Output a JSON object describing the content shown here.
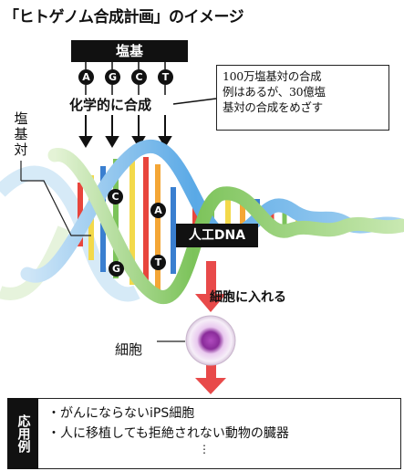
{
  "title": "「ヒトゲノム合成計画」のイメージ",
  "base_header": "塩基",
  "bases": [
    "A",
    "G",
    "C",
    "T"
  ],
  "synthesis_label": "化学的に合成",
  "callout_lines": [
    "100万塩基対の合成",
    "例はあるが、30億塩",
    "基対の合成をめざす"
  ],
  "base_pair_label": "塩基対",
  "helix_bases": {
    "c": "C",
    "g": "G",
    "a": "A",
    "t": "T"
  },
  "artificial_dna_label": "人工DNA",
  "insert_label": "細胞に入れる",
  "cell_label": "細胞",
  "applications": {
    "tag": "応用例",
    "items": [
      "・がんにならないiPS細胞",
      "・人に移植しても拒絶されない動物の臓器"
    ],
    "ellipsis": "⋮"
  },
  "colors": {
    "strand_blue": "#5aa9e6",
    "strand_green": "#7cc35a",
    "rung_red": "#e8453c",
    "rung_orange": "#f4a636",
    "rung_blue": "#3a7fd0",
    "rung_yellow": "#f3d94a",
    "arrow_red": "#e84a4a",
    "cell_purple": "#8a2c9a"
  }
}
